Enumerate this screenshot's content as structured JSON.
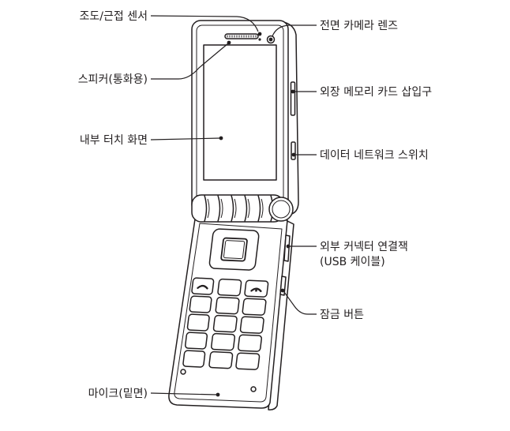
{
  "labels": {
    "light_proximity_sensor": "조도/근접 센서",
    "speaker": "스피커(통화용)",
    "inner_touch_screen": "내부 터치 화면",
    "microphone": "마이크(밑면)",
    "front_camera_lens": "전면 카메라 렌즈",
    "memory_card_slot": "외장 메모리 카드 삽입구",
    "data_network_switch": "데이터 네트워크 스위치",
    "external_connector": "외부 커넥터 연결잭",
    "external_connector_note": "(USB 케이블)",
    "lock_button": "잠금 버튼"
  },
  "colors": {
    "line": "#231f20",
    "background": "#ffffff"
  }
}
